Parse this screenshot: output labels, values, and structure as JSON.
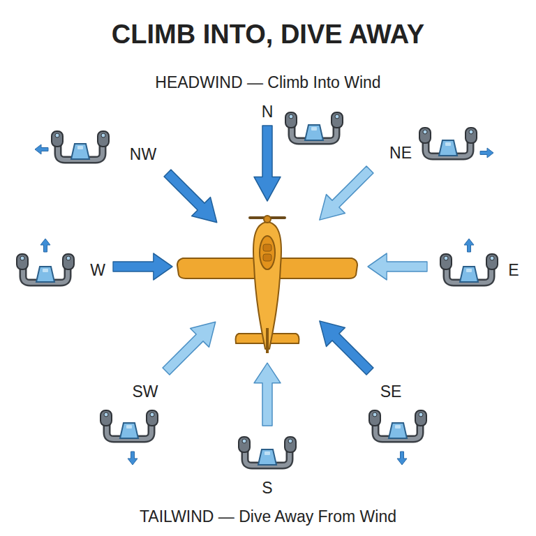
{
  "diagram": {
    "title": "CLIMB INTO, DIVE AWAY",
    "labels": [
      "HEADWIND — Climb Into Wind",
      "N",
      "NW",
      "NE",
      "W",
      "E",
      "SW",
      "SE",
      "S",
      "TAILWIND — Dive Away From Wind"
    ]
  }
}
